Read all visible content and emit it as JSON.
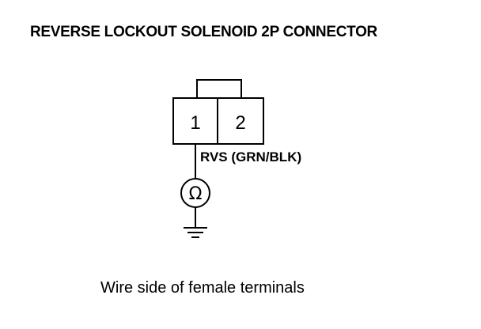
{
  "title": "REVERSE LOCKOUT SOLENOID 2P CONNECTOR",
  "connector": {
    "pins": [
      "1",
      "2"
    ]
  },
  "wire_label": "RVS (GRN/BLK)",
  "meter_symbol": "Ω",
  "meter_icon": "ohmmeter-icon",
  "ground_icon": "ground-icon",
  "caption": "Wire side of female terminals"
}
